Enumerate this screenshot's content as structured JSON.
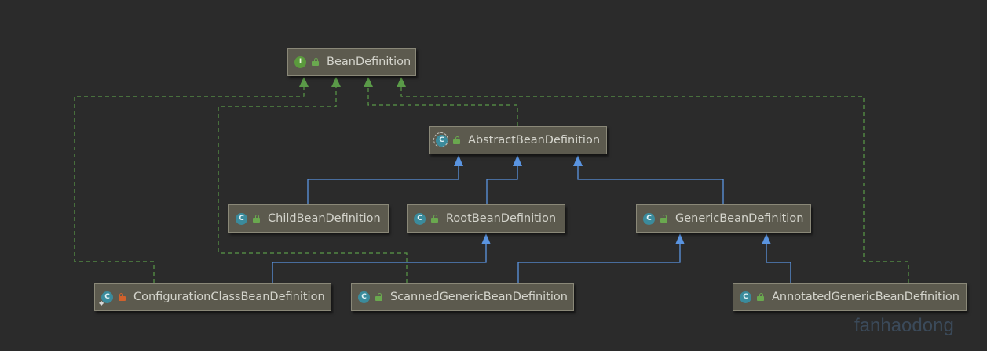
{
  "diagram": {
    "nodes": {
      "bean_definition": {
        "label": "BeanDefinition",
        "kind": "I"
      },
      "abstract_bean_definition": {
        "label": "AbstractBeanDefinition",
        "kind": "C"
      },
      "child_bean_definition": {
        "label": "ChildBeanDefinition",
        "kind": "C"
      },
      "root_bean_definition": {
        "label": "RootBeanDefinition",
        "kind": "C"
      },
      "generic_bean_definition": {
        "label": "GenericBeanDefinition",
        "kind": "C"
      },
      "configuration_class_bean_definition": {
        "label": "ConfigurationClassBeanDefinition",
        "kind": "C"
      },
      "scanned_generic_bean_definition": {
        "label": "ScannedGenericBeanDefinition",
        "kind": "C"
      },
      "annotated_generic_bean_definition": {
        "label": "AnnotatedGenericBeanDefinition",
        "kind": "C"
      }
    },
    "edges": [
      {
        "from": "abstract_bean_definition",
        "to": "bean_definition",
        "type": "implements"
      },
      {
        "from": "configuration_class_bean_definition",
        "to": "bean_definition",
        "type": "implements"
      },
      {
        "from": "scanned_generic_bean_definition",
        "to": "bean_definition",
        "type": "implements"
      },
      {
        "from": "annotated_generic_bean_definition",
        "to": "bean_definition",
        "type": "implements"
      },
      {
        "from": "child_bean_definition",
        "to": "abstract_bean_definition",
        "type": "extends"
      },
      {
        "from": "root_bean_definition",
        "to": "abstract_bean_definition",
        "type": "extends"
      },
      {
        "from": "generic_bean_definition",
        "to": "abstract_bean_definition",
        "type": "extends"
      },
      {
        "from": "configuration_class_bean_definition",
        "to": "root_bean_definition",
        "type": "extends"
      },
      {
        "from": "scanned_generic_bean_definition",
        "to": "generic_bean_definition",
        "type": "extends"
      },
      {
        "from": "annotated_generic_bean_definition",
        "to": "generic_bean_definition",
        "type": "extends"
      }
    ],
    "colors": {
      "extends_line": "#5a94e0",
      "implements_line": "#5a9a48",
      "node_fill": "#5c5a4e",
      "background": "#2b2b2b"
    }
  },
  "watermark": "fanhaodong"
}
